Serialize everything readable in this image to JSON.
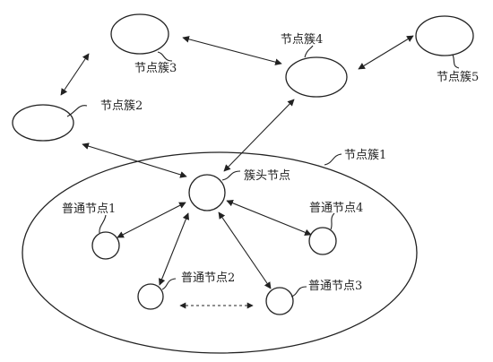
{
  "labels": {
    "cluster1": "节点簇1",
    "cluster2": "节点簇2",
    "cluster3": "节点簇3",
    "cluster4": "节点簇4",
    "cluster5": "节点簇5",
    "cluster_head": "簇头节点",
    "node1": "普通节点1",
    "node2": "普通节点2",
    "node3": "普通节点3",
    "node4": "普通节点4"
  }
}
